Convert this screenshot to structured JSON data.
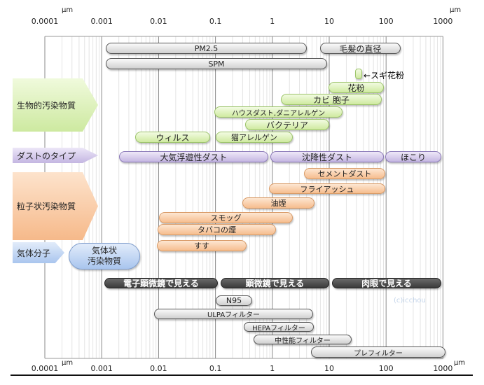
{
  "axis": {
    "ticks": [
      "0.0001",
      "0.001",
      "0.01",
      "0.1",
      "1",
      "10",
      "100",
      "1000"
    ],
    "unit": "µm"
  },
  "categories": {
    "bio": "生物的汚染物質",
    "dust": "ダストのタイプ",
    "particle": "粒子状汚染物質",
    "gas": "気体分子",
    "gas_pollutant": "気体状\n汚染物質"
  },
  "bars": {
    "pm25": "PM2.5",
    "hair": "毛髪の直径",
    "spm": "SPM",
    "sugi": "←スギ花粉",
    "pollen": "花粉",
    "mold": "カビ 胞子",
    "housedust": "ハウスダスト,ダニアレルゲン",
    "bacteria": "バクテリア",
    "virus": "ウィルス",
    "cat": "猫アレルゲン",
    "airborne": "大気浮遊性ダスト",
    "settling": "沈降性ダスト",
    "hokori": "ほこり",
    "cement": "セメントダスト",
    "flyash": "フライアッシュ",
    "oil": "油煙",
    "smog": "スモッグ",
    "tobacco": "タバコの煙",
    "soot": "すす",
    "em": "電子顕微鏡で見える",
    "micro": "顕微鏡で見える",
    "eye": "肉眼で見える",
    "n95": "N95",
    "ulpa": "ULPAフィルター",
    "hepa": "HEPAフィルター",
    "medium": "中性能フィルター",
    "pre": "プレフィルター"
  },
  "credit": "(c)icchou"
}
